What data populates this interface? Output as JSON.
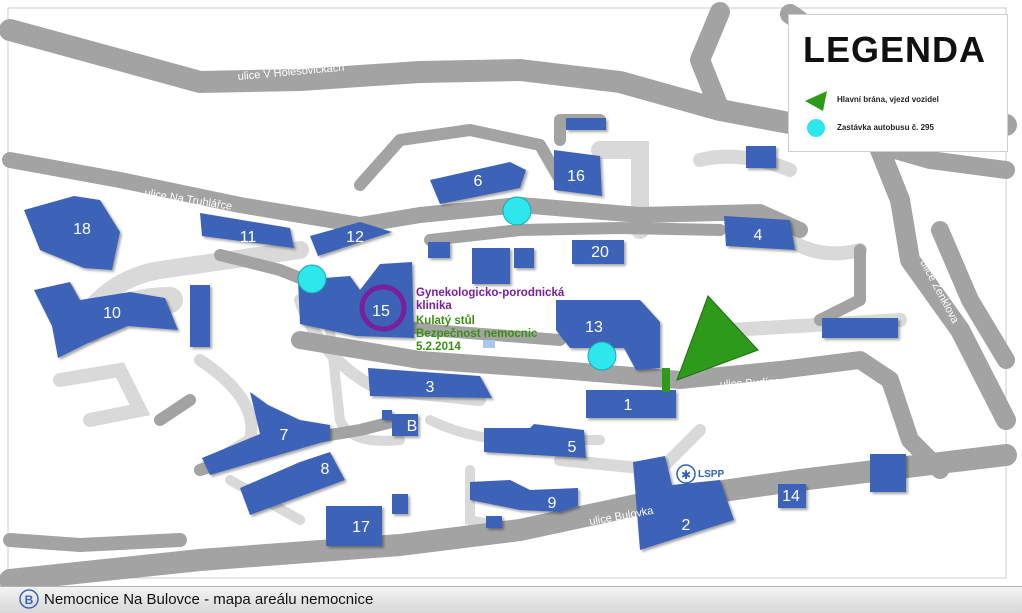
{
  "legend": {
    "title": "LEGENDA",
    "items": [
      {
        "label": "Hlavní brána, vjezd vozidel",
        "icon": "green-triangle-icon",
        "color": "#2e9a1a"
      },
      {
        "label": "Zastávka autobusu č. 295",
        "icon": "cyan-circle-icon",
        "color": "#2ee6ee"
      }
    ]
  },
  "streets": {
    "holesovickach": "ulice V Holešovičkách",
    "truhlarce": "ulice Na Truhlářce",
    "budinova": "ulice Budínova",
    "bulovka": "ulice Bulovka",
    "zenklova": "ulice Zenklova"
  },
  "buildings": [
    "1",
    "2",
    "3",
    "4",
    "5",
    "6",
    "7",
    "8",
    "9",
    "10",
    "11",
    "12",
    "13",
    "14",
    "15",
    "16",
    "17",
    "18",
    "20",
    "B"
  ],
  "annotation": {
    "line1": "Gynekologicko-porodnická",
    "line2": "klinika",
    "line3": "Kulatý stůl",
    "line4": "Bezpečnost nemocnic",
    "line5": "5.2.2014",
    "purple": "#7a1f9e",
    "green": "#3a8f12"
  },
  "lspp": "LSPP",
  "footer": {
    "text": "Nemocnice Na Bulovce  -  mapa areálu nemocnice"
  },
  "colors": {
    "building": "#3d63b8",
    "road": "#9a9a9a",
    "path": "#d2d2d2",
    "bus_stop": "#2ee6ee",
    "gate": "#2e9a1a"
  }
}
